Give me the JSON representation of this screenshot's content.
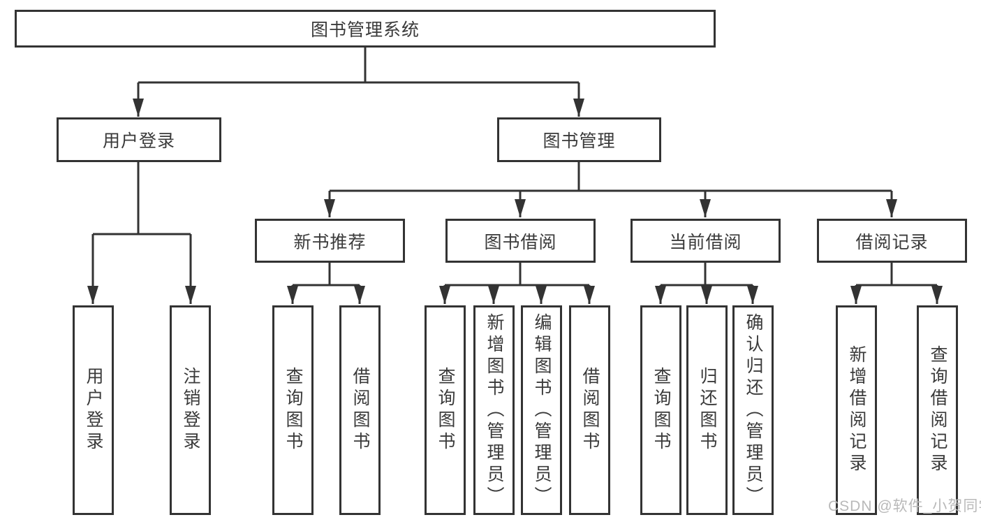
{
  "diagram_type": "hierarchy-chart",
  "colors": {
    "background": "#ffffff",
    "line": "#333333",
    "box_border": "#333333",
    "text": "#3a3a3a",
    "watermark": "#b9b9b9"
  },
  "root": {
    "label": "图书管理系统"
  },
  "branches": [
    {
      "label": "用户登录",
      "children": [
        {
          "label": "用户登录"
        },
        {
          "label": "注销登录"
        }
      ]
    },
    {
      "label": "图书管理",
      "groups": [
        {
          "label": "新书推荐",
          "children": [
            {
              "label": "查询图书"
            },
            {
              "label": "借阅图书"
            }
          ]
        },
        {
          "label": "图书借阅",
          "children": [
            {
              "label": "查询图书"
            },
            {
              "label": "新增图书（管理员）"
            },
            {
              "label": "编辑图书（管理员）"
            },
            {
              "label": "借阅图书"
            }
          ]
        },
        {
          "label": "当前借阅",
          "children": [
            {
              "label": "查询图书"
            },
            {
              "label": "归还图书"
            },
            {
              "label": "确认归还（管理员）"
            }
          ]
        },
        {
          "label": "借阅记录",
          "children": [
            {
              "label": "新增借阅记录"
            },
            {
              "label": "查询借阅记录"
            }
          ]
        }
      ]
    }
  ],
  "watermark": {
    "text": "CSDN @软件_小贺同学"
  }
}
